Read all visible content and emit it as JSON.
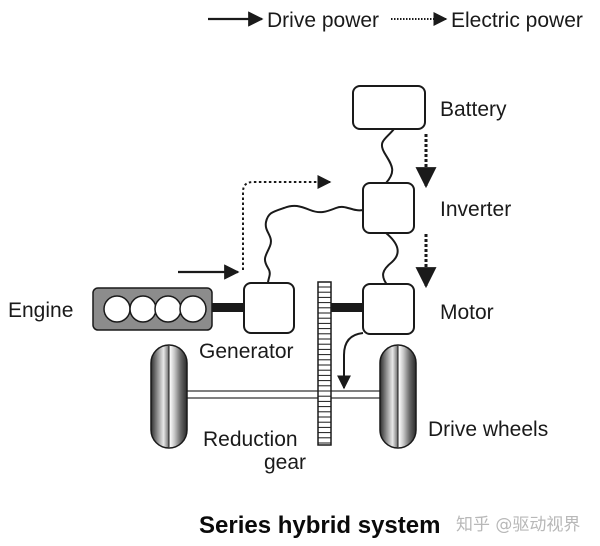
{
  "legend": {
    "drive_power": "Drive power",
    "electric_power": "Electric power"
  },
  "components": {
    "battery": "Battery",
    "inverter": "Inverter",
    "motor": "Motor",
    "engine": "Engine",
    "generator": "Generator",
    "reduction_gear_line1": "Reduction",
    "reduction_gear_line2": "gear",
    "drive_wheels": "Drive wheels"
  },
  "title": "Series hybrid system",
  "watermark": "知乎 @驱动视界",
  "colors": {
    "line": "#1a1a1a",
    "engine_fill": "#8c8c8c",
    "box_fill": "#ffffff",
    "background": "#ffffff"
  }
}
